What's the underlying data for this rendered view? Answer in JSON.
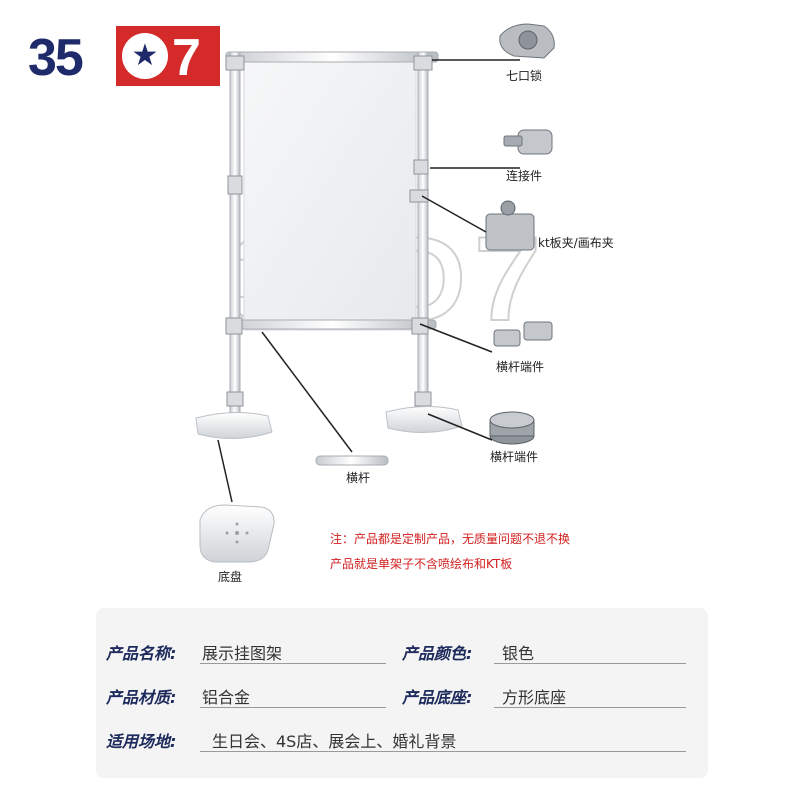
{
  "logo": {
    "left_text": "35",
    "right_text": "7",
    "icon": "star-icon"
  },
  "watermark": "35D7",
  "parts": {
    "qikousuo": "七口锁",
    "lianjiejian": "连接件",
    "kt_clip": "kt板夹/画布夹",
    "crossbar_end_1": "横杆端件",
    "crossbar_end_2": "横杆端件",
    "crossbar": "横杆",
    "base": "底盘"
  },
  "notes": {
    "line1": "注：产品都是定制产品，无质量问题不退不换",
    "line2": "产品就是单架子不含喷绘布和KT板"
  },
  "specs": {
    "name_key": "产品名称:",
    "name_val": "展示挂图架",
    "color_key": "产品颜色:",
    "color_val": "银色",
    "material_key": "产品材质:",
    "material_val": "铝合金",
    "base_key": "产品底座:",
    "base_val": "方形底座",
    "venue_key": "适用场地:",
    "venue_val": "生日会、4S店、展会上、婚礼背景"
  },
  "colors": {
    "brand_blue": "#1f2a6b",
    "brand_red": "#d42a2a",
    "note_red": "#d21f1f"
  }
}
